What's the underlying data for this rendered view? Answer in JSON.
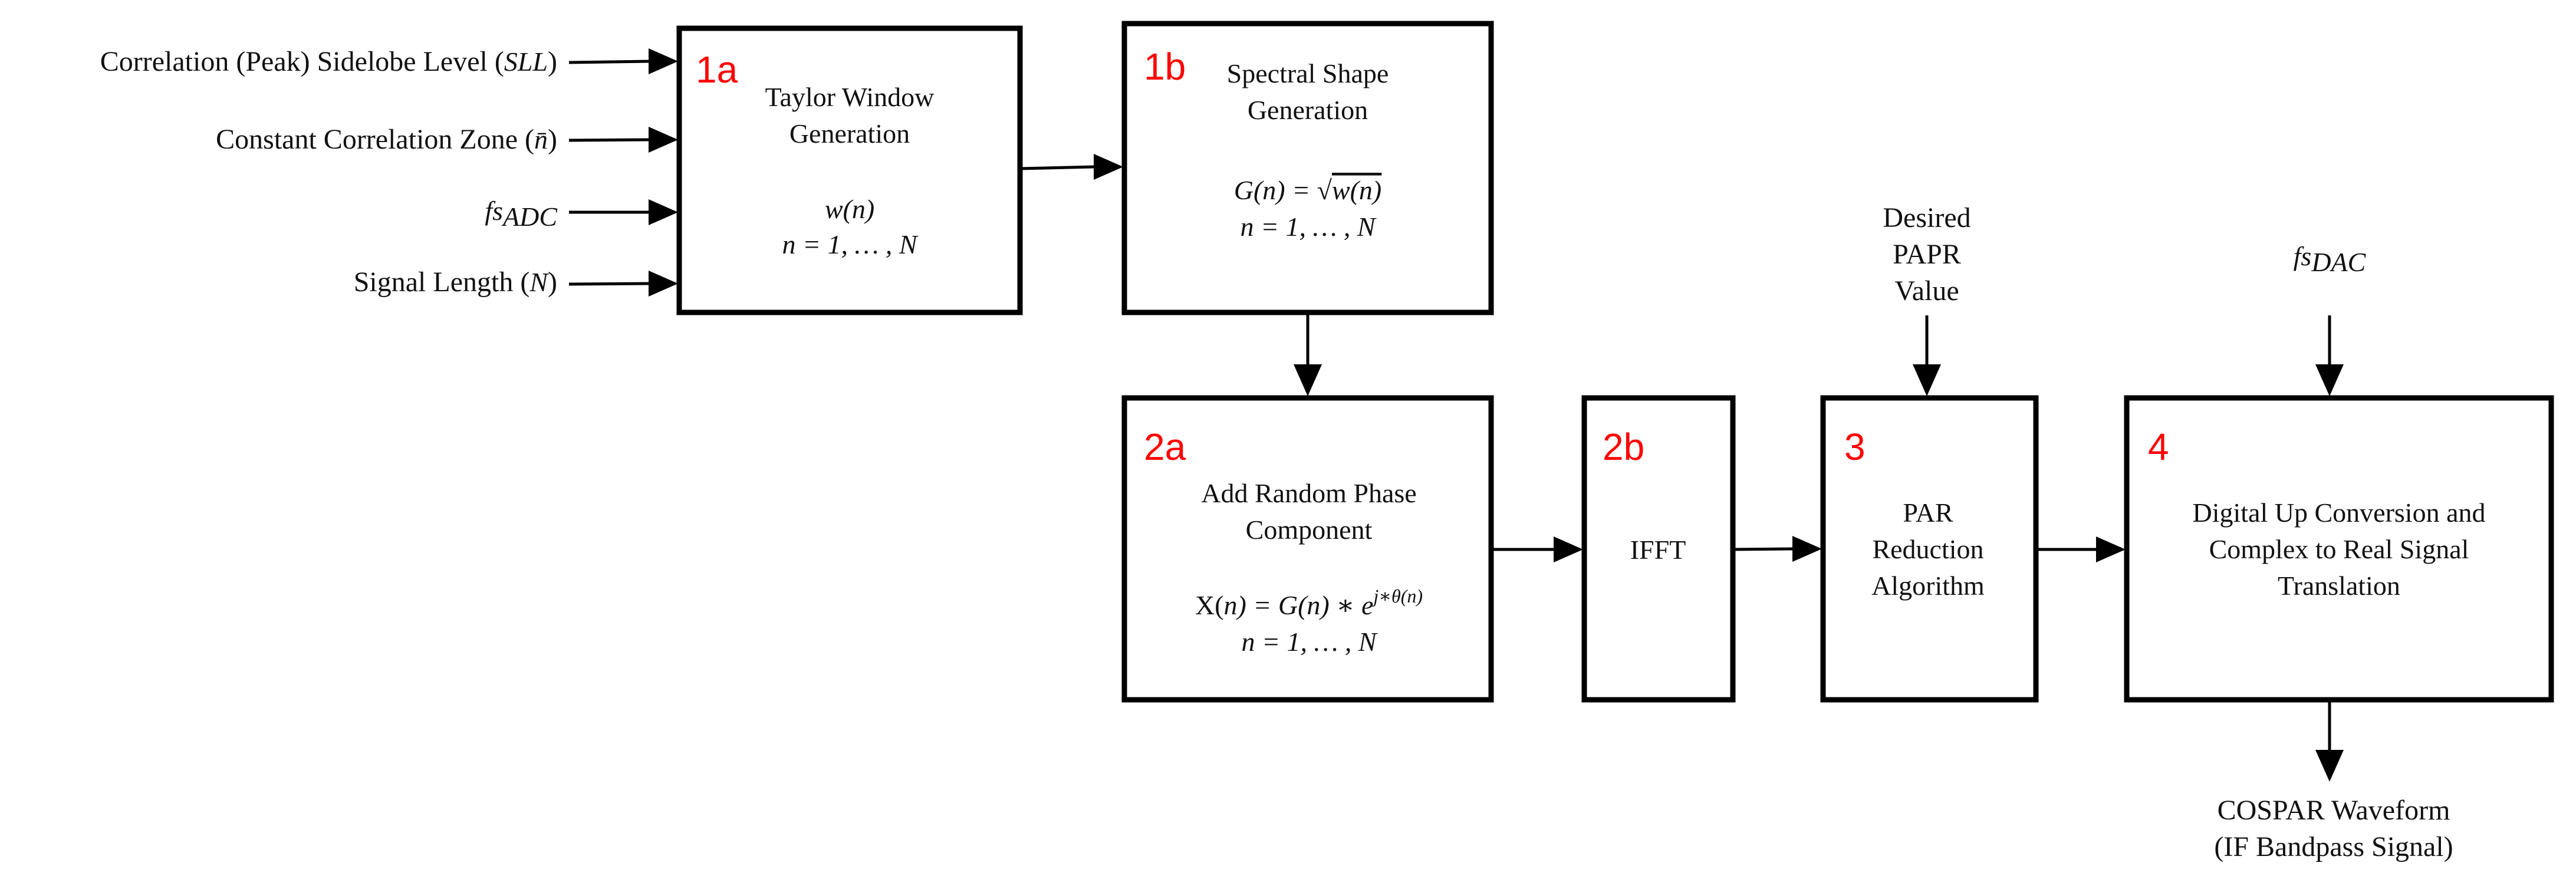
{
  "inputs": {
    "sll_prefix": "Correlation (Peak) Sidelobe Level (",
    "sll_sym": "SLL",
    "sll_suffix": ")",
    "ccz_prefix": "Constant Correlation Zone (",
    "ccz_sym": "n̄",
    "ccz_suffix": ")",
    "fs_adc_base": "fs",
    "fs_adc_sub": "ADC",
    "sig_len_prefix": "Signal Length (",
    "sig_len_sym": "N",
    "sig_len_suffix": ")"
  },
  "blocks": {
    "b1a": {
      "num": "1a",
      "line1": "Taylor Window",
      "line2": "Generation",
      "eq1": "w(n)",
      "eq2": "n = 1, … , N"
    },
    "b1b": {
      "num": "1b",
      "line1": "Spectral Shape",
      "line2": "Generation",
      "eq1_lhs": "G(n) = ",
      "eq1_rad": "w(n)",
      "eq2": "n = 1, … , N"
    },
    "b2a": {
      "num": "2a",
      "line1": "Add Random Phase",
      "line2": "Component",
      "eq1_x": "X(",
      "eq1_rest": "n) = G(n) ∗ e",
      "eq1_sup": "j∗θ(n)",
      "eq2": "n = 1, … , N"
    },
    "b2b": {
      "num": "2b",
      "line1": "IFFT"
    },
    "b3": {
      "num": "3",
      "line1": "PAR",
      "line2": "Reduction",
      "line3": "Algorithm"
    },
    "b4": {
      "num": "4",
      "line1": "Digital Up Conversion and",
      "line2": "Complex to Real Signal",
      "line3": "Translation"
    }
  },
  "side_inputs": {
    "papr_line1": "Desired",
    "papr_line2": "PAPR",
    "papr_line3": "Value",
    "fs_dac_base": "fs",
    "fs_dac_sub": "DAC"
  },
  "output": {
    "line1": "COSPAR Waveform",
    "line2": "(IF Bandpass Signal)"
  }
}
